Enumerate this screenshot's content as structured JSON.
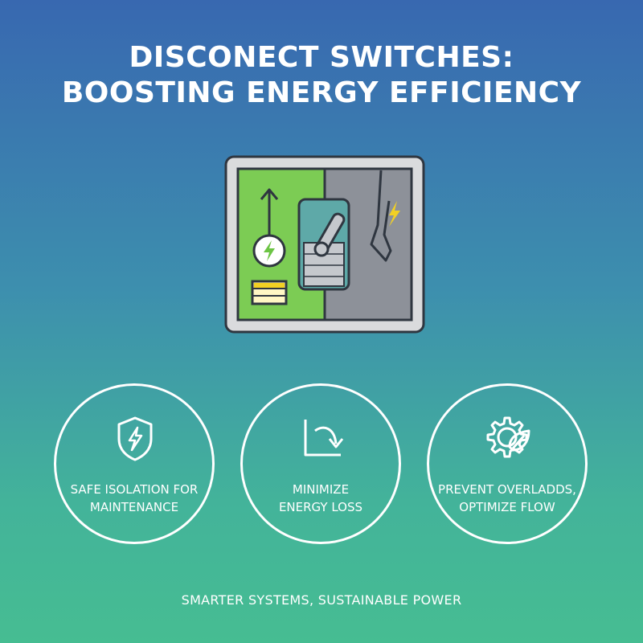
{
  "title": {
    "line1": "DISCONECT SWITCHES:",
    "line2": "BOOSTING ENERGY EFFICIENCY"
  },
  "hero": {
    "icon": "disconnect-switch-panel",
    "colors": {
      "on_side": "#7ccc54",
      "off_side": "#8d9199",
      "panel": "#dadbdd",
      "handle_box": "#5ea9a8",
      "bolt": "#f2d024"
    }
  },
  "features": [
    {
      "icon": "shield-bolt-icon",
      "line1": "SAFE ISOLATION FOR",
      "line2": "MAINTENANCE"
    },
    {
      "icon": "curved-arrow-chart-icon",
      "line1": "MINIMIZE",
      "line2": "ENERGY LOSS"
    },
    {
      "icon": "gear-leaf-icon",
      "line1": "PREVENT OVERLADDS,",
      "line2": "OPTIMIZE FLOW"
    }
  ],
  "tagline": "SMARTER SYSTEMS, SUSTAINABLE POWER"
}
